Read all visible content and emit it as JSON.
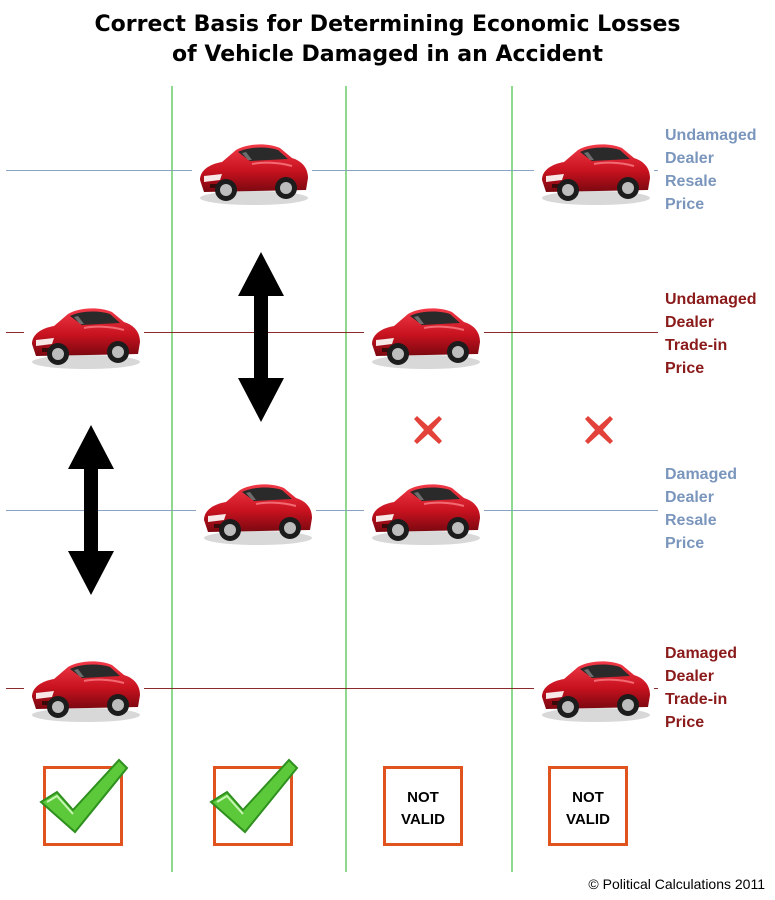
{
  "title": {
    "line1": "Correct Basis for Determining Economic Losses",
    "line2": "of Vehicle Damaged in an Accident"
  },
  "labels": {
    "undamaged_resale": [
      "Undamaged",
      "Dealer",
      "Resale",
      "Price"
    ],
    "undamaged_tradein": [
      "Undamaged",
      "Dealer",
      "Trade-in",
      "Price"
    ],
    "damaged_resale": [
      "Damaged",
      "Dealer",
      "Resale",
      "Price"
    ],
    "damaged_tradein": [
      "Damaged",
      "Dealer",
      "Trade-in",
      "Price"
    ]
  },
  "columns": [
    {
      "result": "valid"
    },
    {
      "result": "valid"
    },
    {
      "result": "invalid",
      "box_line1": "NOT",
      "box_line2": "VALID"
    },
    {
      "result": "invalid",
      "box_line1": "NOT",
      "box_line2": "VALID"
    }
  ],
  "footer": "© Political Calculations 2011",
  "colors": {
    "resale_label": "#7b96bd",
    "tradein_label": "#8b1a1a",
    "column_divider": "#8fd98f",
    "box_border": "#e0531f",
    "check_fill": "#5cc93a",
    "x_mark": "#e2423a",
    "car_body": "#d3162a"
  }
}
